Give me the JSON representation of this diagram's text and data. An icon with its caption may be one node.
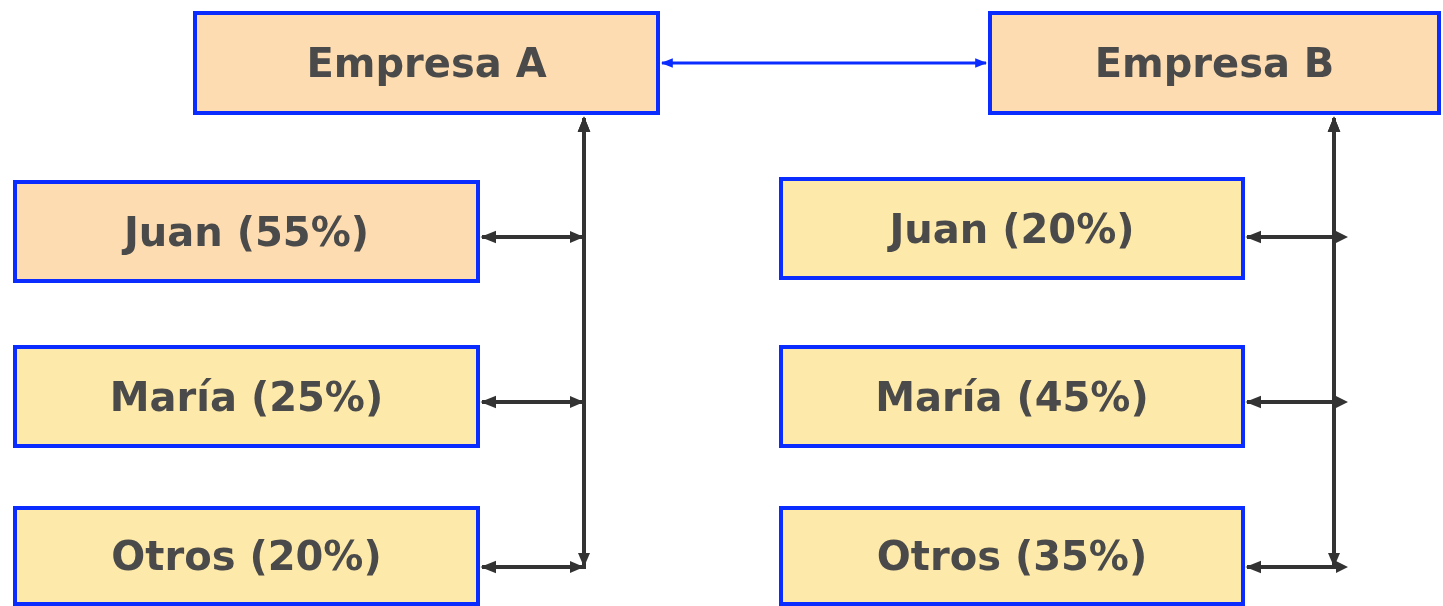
{
  "diagram": {
    "nodes": [
      {
        "text": [
          "Empresa A"
        ]
      },
      {
        "text": [
          "Empresa B"
        ]
      },
      {
        "text": [
          "Juan (55%)"
        ]
      },
      {
        "text": [
          "María (25%)"
        ]
      },
      {
        "text": [
          "Otros (20%)"
        ]
      },
      {
        "text": [
          "Juan (20%)"
        ]
      },
      {
        "text": [
          "María (45%)"
        ]
      },
      {
        "text": [
          "Otros (35%)"
        ]
      }
    ],
    "edges": [
      {
        "from": 0,
        "to": 1,
        "arrow": "both",
        "color": "#0a2cff"
      },
      {
        "from": 2,
        "to": 0,
        "arrow": "both"
      },
      {
        "from": 3,
        "to": 0,
        "arrow": "both"
      },
      {
        "from": 4,
        "to": 0,
        "arrow": "both"
      },
      {
        "from": 5,
        "to": 1,
        "arrow": "both"
      },
      {
        "from": 6,
        "to": 1,
        "arrow": "both"
      },
      {
        "from": 7,
        "to": 1,
        "arrow": "both"
      }
    ]
  }
}
